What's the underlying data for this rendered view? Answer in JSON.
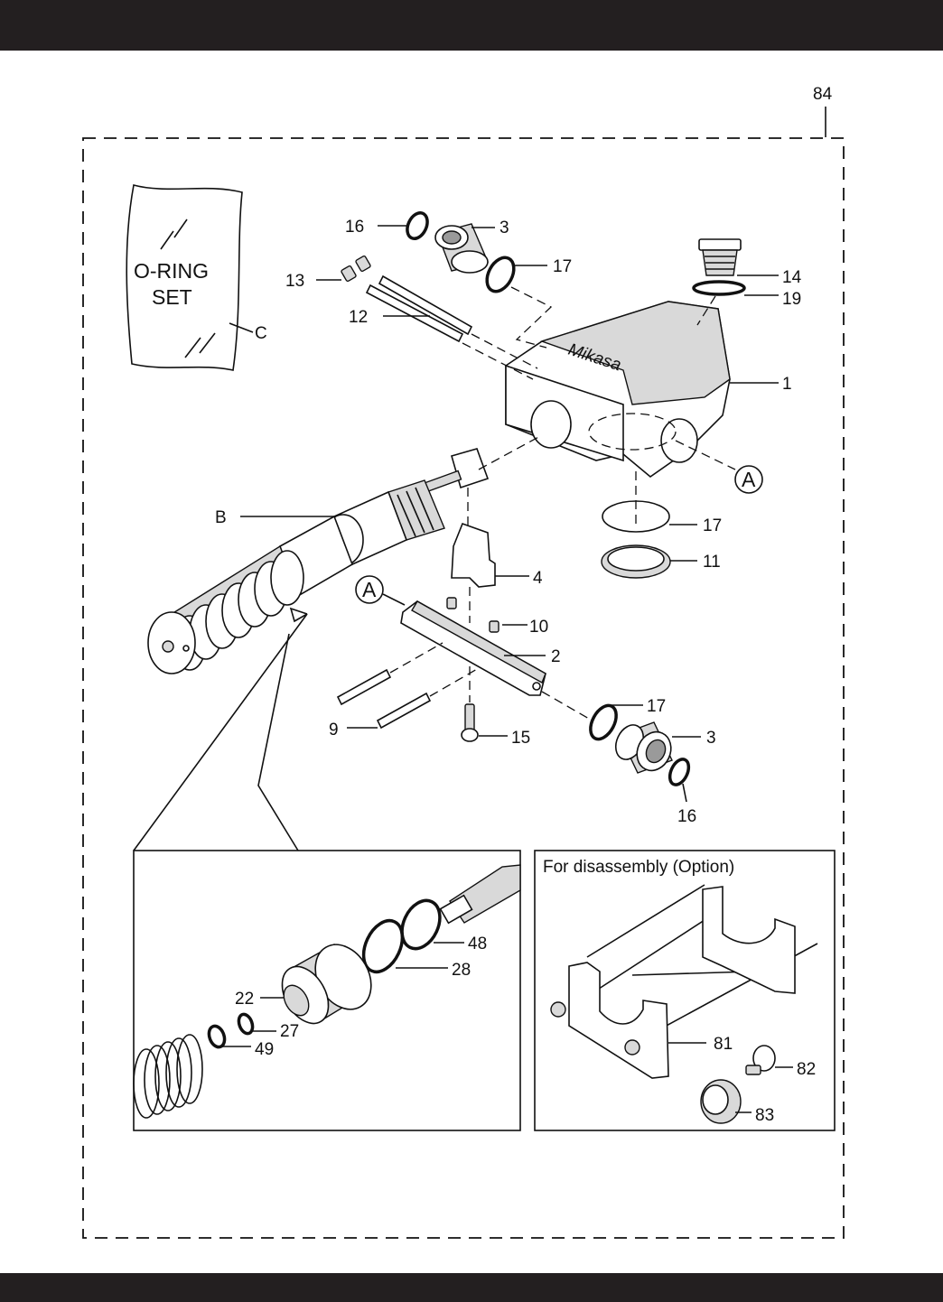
{
  "page_number": "84",
  "oring_bag": {
    "line1": "O-RING",
    "line2": "SET"
  },
  "detail_marker": "A",
  "disassembly_title": "For disassembly (Option)",
  "callouts": {
    "c1": "1",
    "c2": "2",
    "c3a": "3",
    "c3b": "3",
    "c4": "4",
    "c9": "9",
    "c10": "10",
    "c11": "11",
    "c12": "12",
    "c13": "13",
    "c14": "14",
    "c15": "15",
    "c16a": "16",
    "c16b": "16",
    "c17a": "17",
    "c17b": "17",
    "c17c": "17",
    "c19": "19",
    "c22": "22",
    "c27": "27",
    "c28": "28",
    "c48": "48",
    "c49": "49",
    "c81": "81",
    "c82": "82",
    "c83": "83",
    "cB": "B",
    "cC": "C"
  }
}
